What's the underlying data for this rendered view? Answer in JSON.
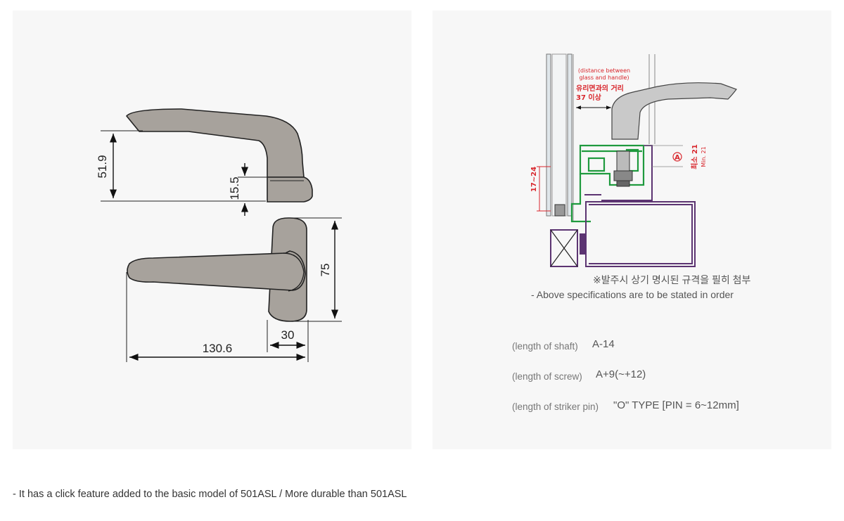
{
  "handle_drawing": {
    "dim_height": "51.9",
    "dim_base": "15.5",
    "dim_width": "75",
    "dim_rose": "30",
    "dim_length": "130.6"
  },
  "section_drawing": {
    "note_en": "(distance between glass and handle)",
    "note_en_line1": "(distance between",
    "note_en_line2": "glass and handle)",
    "note_kr_line1": "유리면과의 거리",
    "note_kr_line2": "37 이상",
    "dim_glass_gap": "17~24",
    "marker_label": "A",
    "min_kr": "최소 21",
    "min_en": "Min. 21"
  },
  "specifications": {
    "note_kr": "※발주시 상기 명시된 규격을 필히 첨부",
    "note_en": "- Above specifications are to be stated in order",
    "rows": [
      {
        "label": "(length of shaft)",
        "value": "A-14"
      },
      {
        "label": "(length of screw)",
        "value": "A+9(~+12)"
      },
      {
        "label": "(length of striker pin)",
        "value": "\"O\" TYPE [PIN = 6~12mm]"
      }
    ]
  },
  "footer": {
    "text": "- It has a click feature added to the basic model of 501ASL / More durable than 501ASL"
  },
  "colors": {
    "panel_bg": "#f7f7f7",
    "handle_fill": "#a7a29c",
    "frame_green": "#1f9a3e",
    "frame_purple": "#5c3472",
    "accent_red": "#d8262c"
  }
}
